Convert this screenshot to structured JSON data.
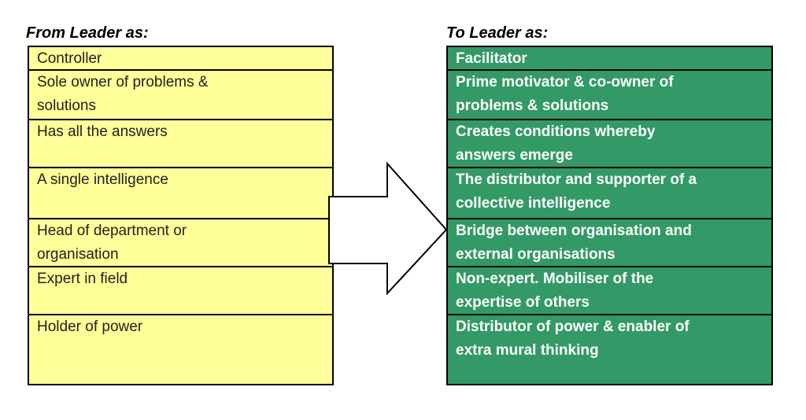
{
  "titles": {
    "from": "From Leader as:",
    "to": "To Leader as:"
  },
  "from_table": {
    "rows": [
      [
        "Controller"
      ],
      [
        "Sole owner of problems &",
        "solutions"
      ],
      [
        "Has all the answers"
      ],
      [
        "A single intelligence"
      ],
      [
        "Head of department or",
        "organisation"
      ],
      [
        "Expert in field"
      ],
      [
        "Holder of power"
      ]
    ]
  },
  "to_table": {
    "rows": [
      [
        "Facilitator"
      ],
      [
        "Prime motivator & co-owner of",
        "problems & solutions"
      ],
      [
        "Creates conditions whereby",
        "answers emerge"
      ],
      [
        "The distributor and supporter of a",
        "collective intelligence"
      ],
      [
        "Bridge between organisation and",
        "external organisations"
      ],
      [
        "Non-expert. Mobiliser of the",
        "expertise of others"
      ],
      [
        "Distributor of power & enabler of",
        "extra mural thinking"
      ]
    ]
  },
  "colors": {
    "from_bg": "#FFFF99",
    "to_bg": "#339966",
    "to_text": "#FFFFFF",
    "from_text": "#212121",
    "border": "#000000",
    "arrow_fill": "#FFFFFF",
    "arrow_stroke": "#000000"
  },
  "icons": {
    "arrow": "right-block-arrow"
  }
}
